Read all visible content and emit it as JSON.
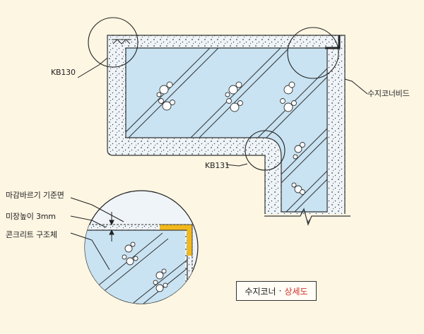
{
  "labels": {
    "kb130": "KB130",
    "kb131": "KB131",
    "resin_corner_bead": "수지코너비드",
    "finish_reference": "마감바르기 기준면",
    "plaster_thickness": "미장높이 3mm",
    "concrete_structure": "콘크리트 구조체"
  },
  "legend": {
    "text_main": "수지코너",
    "separator": "·",
    "text_detail": "상세도",
    "detail_color": "#d0312d"
  },
  "colors": {
    "background": "#fdf6e3",
    "concrete": "#c9e3f2",
    "plaster": "#e6f0f7",
    "bead": "#f2b81c",
    "outline": "#333333"
  }
}
